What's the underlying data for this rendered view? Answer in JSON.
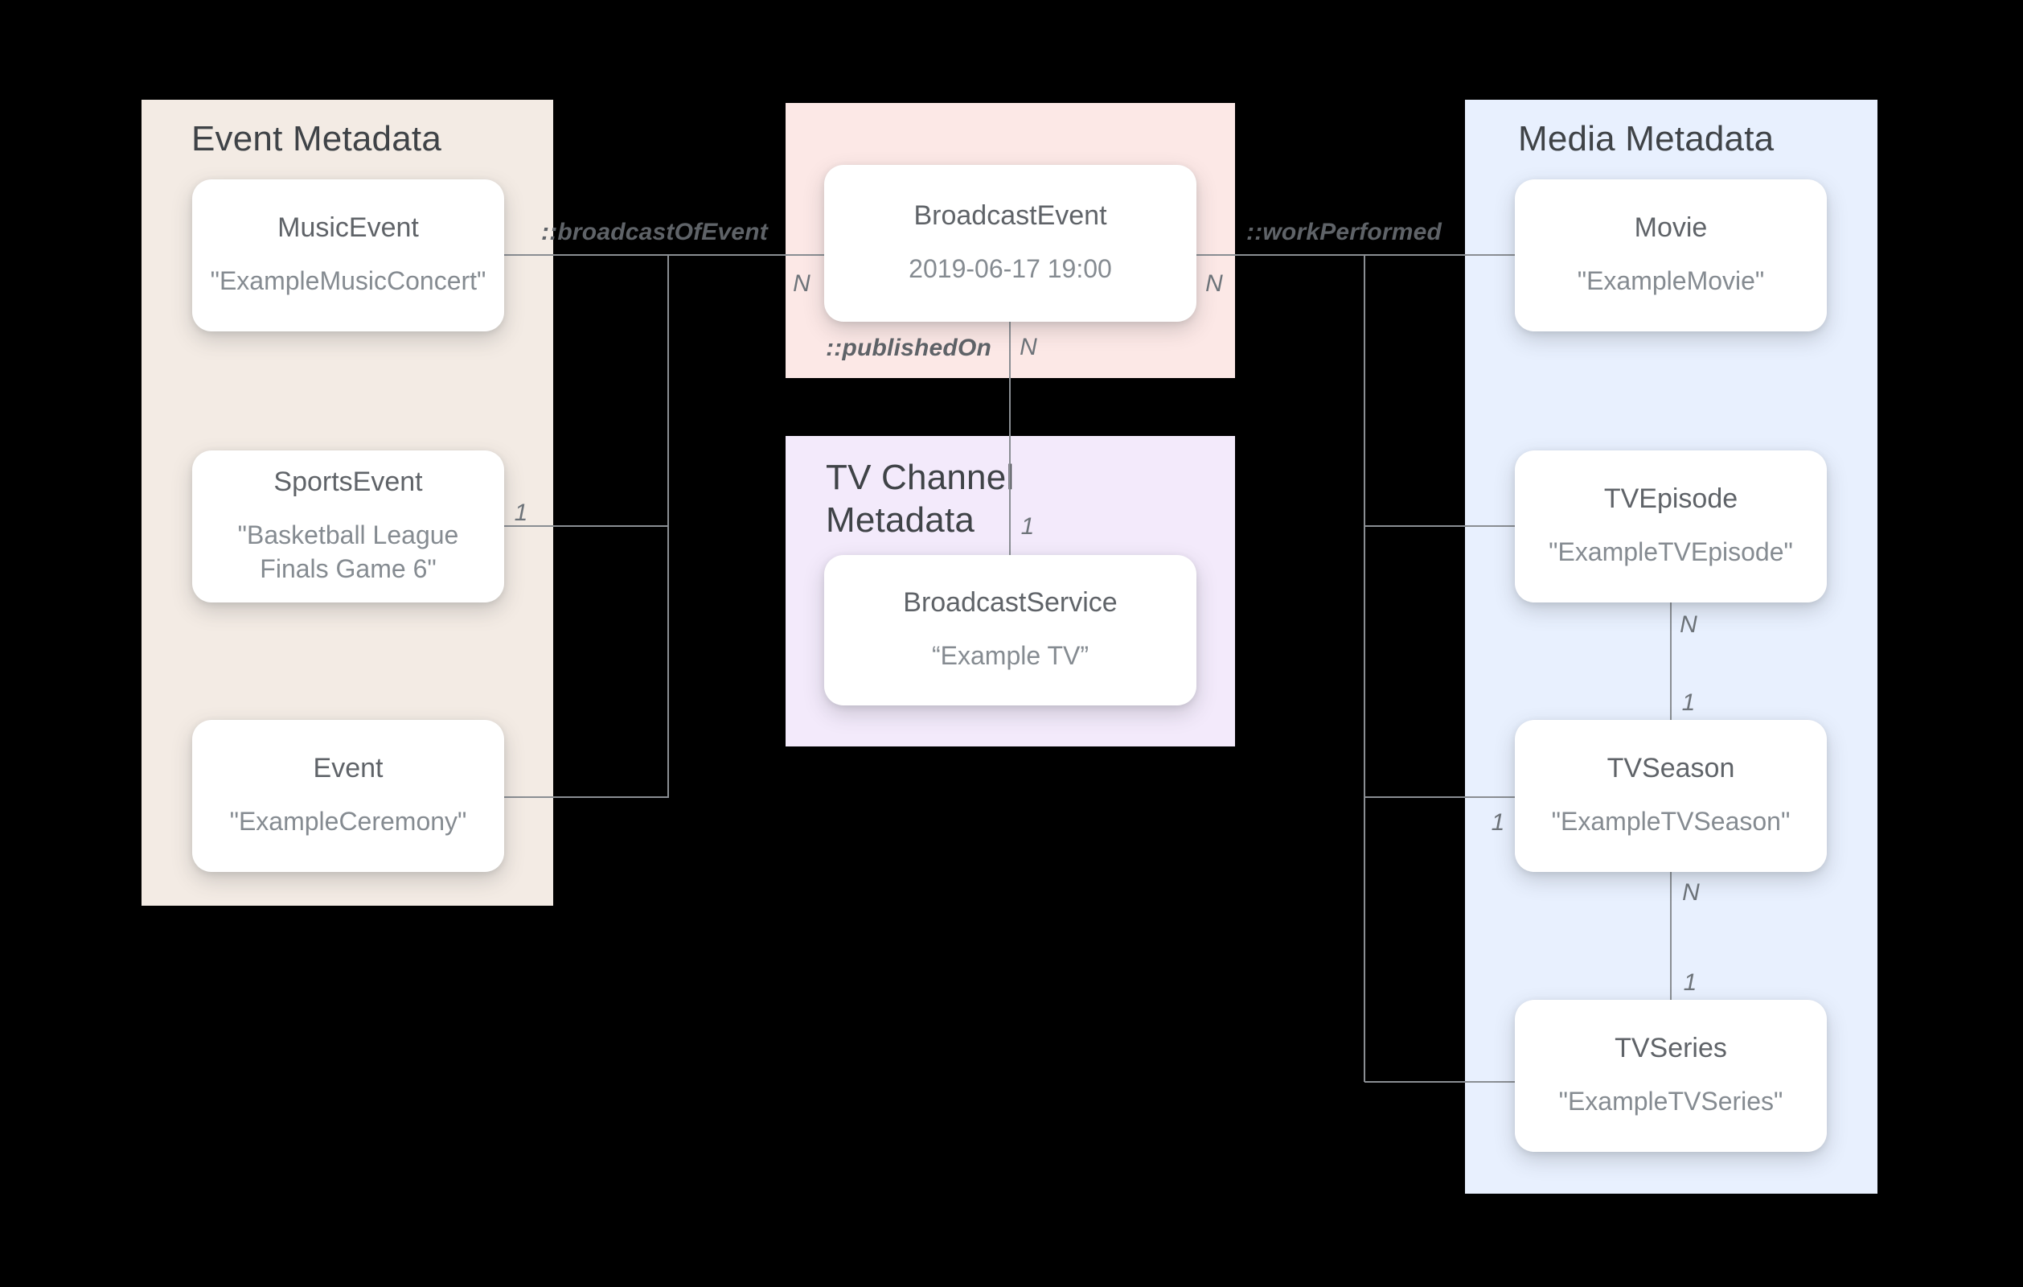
{
  "diagram": {
    "panels": {
      "event_metadata": {
        "title": "Event Metadata"
      },
      "tv_channel_metadata": {
        "title": "TV Channel Metadata"
      },
      "media_metadata": {
        "title": "Media Metadata"
      }
    },
    "nodes": {
      "music_event": {
        "title": "MusicEvent",
        "value": "\"ExampleMusicConcert\""
      },
      "sports_event": {
        "title": "SportsEvent",
        "value": "\"Basketball League Finals Game 6\""
      },
      "event": {
        "title": "Event",
        "value": "\"ExampleCeremony\""
      },
      "broadcast_event": {
        "title": "BroadcastEvent",
        "value": "2019-06-17 19:00"
      },
      "broadcast_service": {
        "title": "BroadcastService",
        "value": "“Example TV”"
      },
      "movie": {
        "title": "Movie",
        "value": "\"ExampleMovie\""
      },
      "tv_episode": {
        "title": "TVEpisode",
        "value": "\"ExampleTVEpisode\""
      },
      "tv_season": {
        "title": "TVSeason",
        "value": "\"ExampleTVSeason\""
      },
      "tv_series": {
        "title": "TVSeries",
        "value": "\"ExampleTVSeries\""
      }
    },
    "relations": {
      "broadcast_of_event": {
        "label": "::broadcastOfEvent"
      },
      "work_performed": {
        "label": "::workPerformed"
      },
      "published_on": {
        "label": "::publishedOn"
      }
    },
    "cardinalities": {
      "broadcast_of_event_n": "N",
      "work_performed_n": "N",
      "sports_event_1": "1",
      "published_on_n": "N",
      "published_on_1": "1",
      "tv_season_1": "1",
      "episode_season_n": "N",
      "episode_season_1": "1",
      "season_series_n": "N",
      "season_series_1": "1"
    },
    "colors": {
      "background": "#000000",
      "event_panel": "#F3EBE4",
      "broadcast_panel": "#FCE8E6",
      "tv_channel_panel": "#F3EAFB",
      "media_panel": "#E8F0FE",
      "connector": "#8A8E93"
    }
  }
}
